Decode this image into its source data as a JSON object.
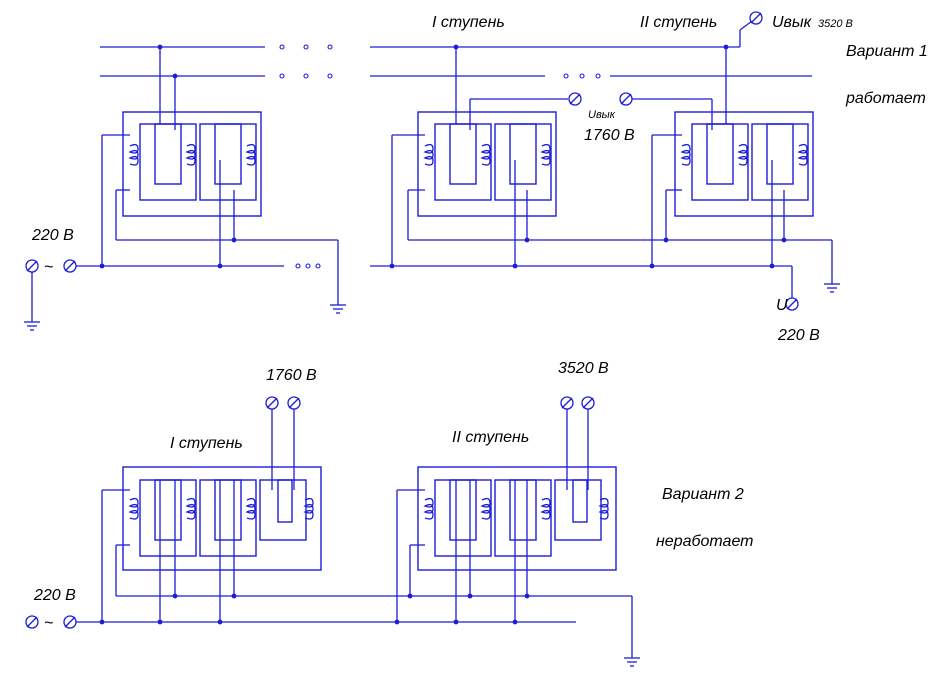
{
  "variant1": {
    "stage1_label": "I ступень",
    "stage2_label": "II ступень",
    "u_out_label": "Uвык",
    "u_out_value": "3520 В",
    "variant_label": "Вариант 1",
    "status_label": "работает",
    "u_mid_label": "Uвык",
    "u_mid_value": "1760 В",
    "input_voltage": "220 В",
    "tilde": "~",
    "u_label": "U",
    "output_voltage_bottom": "220 В"
  },
  "variant2": {
    "stage1_label": "I ступень",
    "stage2_label": "II ступень",
    "out1_voltage": "1760 В",
    "out2_voltage": "3520 В",
    "variant_label": "Вариант 2",
    "status_label": "неработает",
    "input_voltage": "220 В",
    "tilde": "~"
  },
  "colors": {
    "wire": "#1d1dd8",
    "text": "#000000",
    "background": "#ffffff"
  }
}
